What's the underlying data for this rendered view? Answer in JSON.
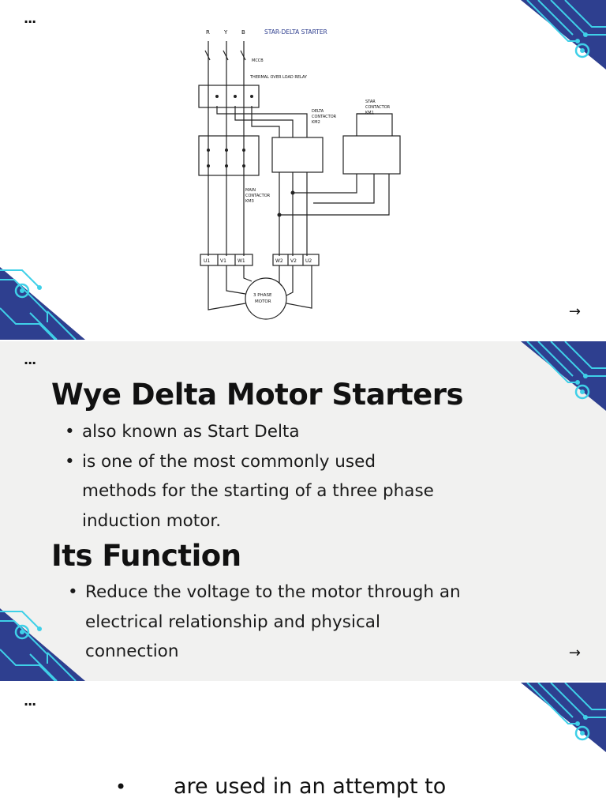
{
  "slides": [
    {
      "menu": "...",
      "next": "→",
      "diagram": {
        "title": "STAR-DELTA STARTER",
        "phases": [
          "R",
          "Y",
          "B"
        ],
        "mccb": "MCCB",
        "relay": "THERMAL OVER LOAD RELAY",
        "delta": [
          "DELTA",
          "CONTACTOR",
          "KM2"
        ],
        "star": [
          "STAR",
          "CONTACTOR",
          "KM1"
        ],
        "main": [
          "MAIN",
          "CONTACTOR",
          "KM3"
        ],
        "terminals": [
          "U1",
          "V1",
          "W1",
          "W2",
          "V2",
          "U2"
        ],
        "motor": [
          "3 PHASE",
          "MOTOR"
        ]
      }
    },
    {
      "menu": "...",
      "next": "→",
      "title": "Wye Delta Motor Starters",
      "bullets": [
        " also known as Start Delta",
        "is one of the most commonly used methods for the starting of a three phase induction motor."
      ],
      "subtitle": "Its Function",
      "function_bullets": [
        "Reduce the voltage to the motor through an electrical relationship and physical connection"
      ]
    },
    {
      "menu": "...",
      "bullet": "•",
      "text": "are used in an attempt to"
    }
  ]
}
